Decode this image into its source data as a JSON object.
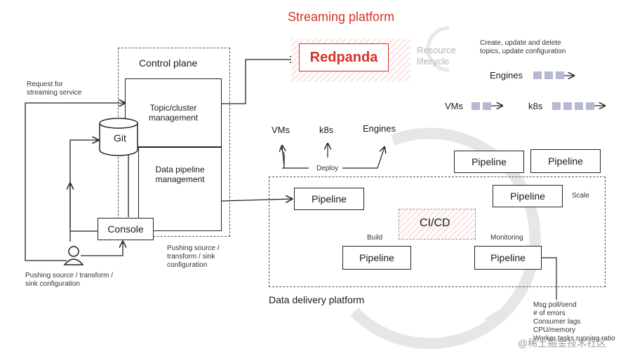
{
  "title": "Streaming platform",
  "redpanda_logo": "Redpanda",
  "resource_lifecycle": [
    "Resource",
    "lifecycle"
  ],
  "create_note": [
    "Create, update and delete",
    "topics, update configuration"
  ],
  "engines_label": "Engines",
  "vms_label": "VMs",
  "k8s_label": "k8s",
  "control_plane": "Control plane",
  "topic_mgmt": [
    "Topic/cluster",
    "management"
  ],
  "git": "Git",
  "data_pipeline_mgmt": [
    "Data pipeline",
    "management"
  ],
  "console": "Console",
  "request_note": [
    "Request for",
    "streaming service"
  ],
  "pushing_left": [
    "Pushing source / transform /",
    "sink configuration"
  ],
  "pushing_mid": [
    "Pushing source /",
    "transform / sink",
    "configuration"
  ],
  "deploy_targets": [
    "VMs",
    "k8s",
    "Engines"
  ],
  "deploy": "Deploy",
  "pipeline": "Pipeline",
  "scale": "Scale",
  "cicd": "CI/CD",
  "build": "Build",
  "monitoring": "Monitoring",
  "data_delivery": "Data delivery platform",
  "metrics": [
    "Msg poll/send",
    "# of errors",
    "Consumer lags",
    "CPU/memory",
    "Worker tasks running ratio"
  ],
  "watermark": "@稀土掘金技术社区",
  "colors": {
    "accent_red": "#d93025",
    "queue": "#b6b9d1"
  }
}
